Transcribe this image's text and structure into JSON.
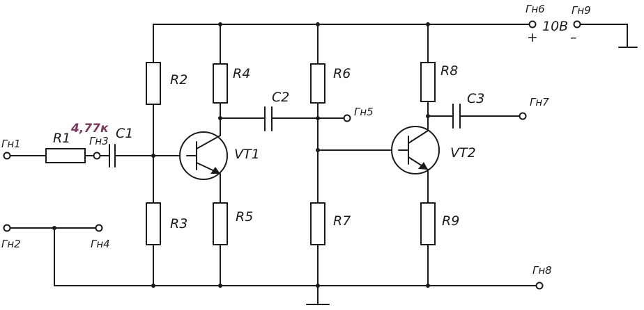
{
  "diagram": {
    "colors": {
      "ink": "#1a1a1a",
      "note": "#7a3a5a"
    },
    "components": {
      "R1": "R1",
      "R2": "R2",
      "R3": "R3",
      "R4": "R4",
      "R5": "R5",
      "R6": "R6",
      "R7": "R7",
      "R8": "R8",
      "R9": "R9",
      "C1": "C1",
      "C2": "C2",
      "C3": "C3",
      "VT1": "VT1",
      "VT2": "VT2"
    },
    "terminals": {
      "gn1": "Гн1",
      "gn2": "Гн2",
      "gn3": "Гн3",
      "gn4": "Гн4",
      "gn5": "Гн5",
      "gn6": "Гн6",
      "gn7": "Гн7",
      "gn8": "Гн8",
      "gn9": "Гн9"
    },
    "supply": {
      "voltage": "10В",
      "plus": "+",
      "minus": "–"
    },
    "annotation": "4,77к"
  }
}
